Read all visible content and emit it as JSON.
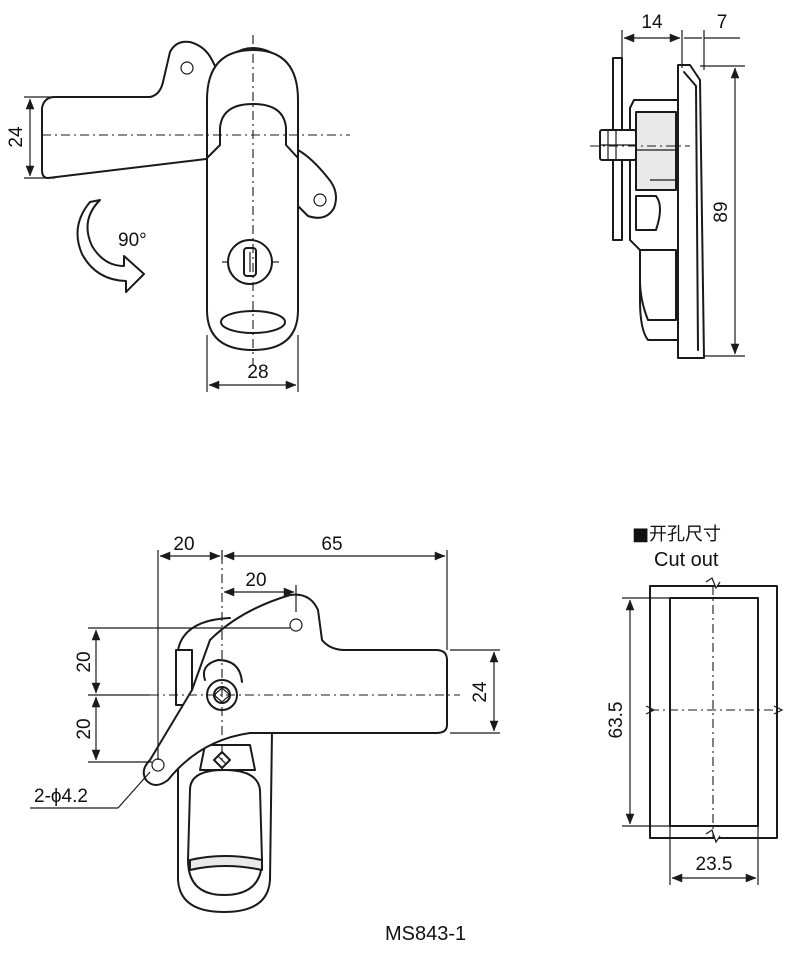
{
  "drawing": {
    "model": "MS843-1",
    "rotation_label": "90°",
    "hole_label": "2-ϕ4.2",
    "cutout_title_cn": "■开孔尺寸",
    "cutout_title_en": "Cut out"
  },
  "dimensions": {
    "front_handle_height": "24",
    "front_body_width": "28",
    "side_depth_a": "14",
    "side_depth_b": "7",
    "side_height": "89",
    "rear_offset_left": "20",
    "rear_span": "65",
    "rear_offset_inner": "20",
    "rear_upper": "20",
    "rear_lower": "20",
    "rear_handle_height": "24",
    "cutout_height": "63.5",
    "cutout_width": "23.5"
  }
}
